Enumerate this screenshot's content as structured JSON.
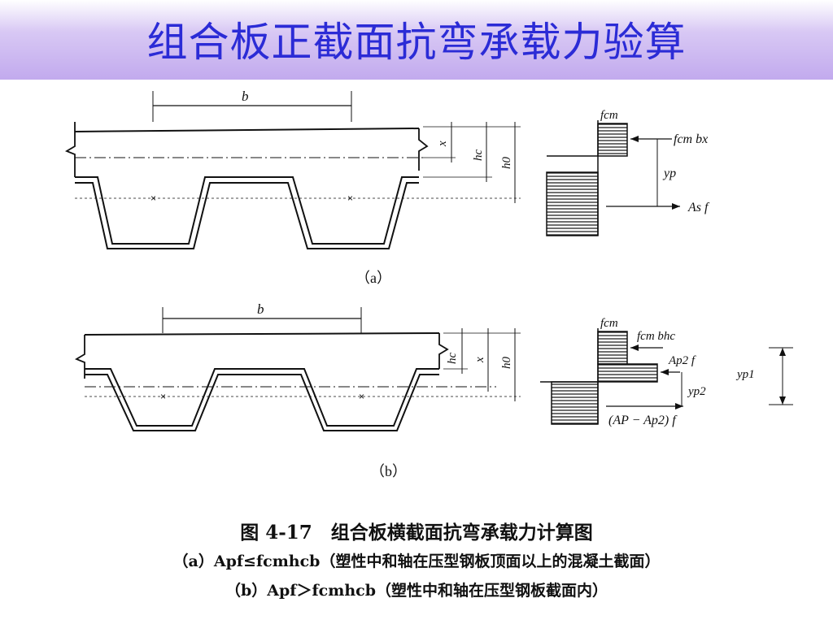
{
  "slide": {
    "title": "组合板正截面抗弯承载力验算"
  },
  "diagram": {
    "a": {
      "caption": "（a）",
      "width_label": "b",
      "dim_x": "x",
      "dim_hc": "hc",
      "dim_h0": "h0",
      "stress_label": "fcm",
      "force_top": "fcm bx",
      "lever_arm": "yp",
      "force_bottom": "As f"
    },
    "b": {
      "caption": "（b）",
      "width_label": "b",
      "dim_hc": "hc",
      "dim_x": "x",
      "dim_h0": "h0",
      "stress_label": "fcm",
      "force_top": "fcm bhc",
      "force_mid": "Ap2 f",
      "lever_arm_2": "yp2",
      "force_bottom": "(AP − Ap2) f",
      "lever_arm_1": "yp1"
    }
  },
  "figure_caption": {
    "main": "图 4-17　组合板横截面抗弯承载力计算图",
    "case_a": "（a）Apf≤fcmhcb（塑性中和轴在压型钢板顶面以上的混凝土截面）",
    "case_b": "（b）Apf＞fcmhcb（塑性中和轴在压型钢板截面内）"
  }
}
